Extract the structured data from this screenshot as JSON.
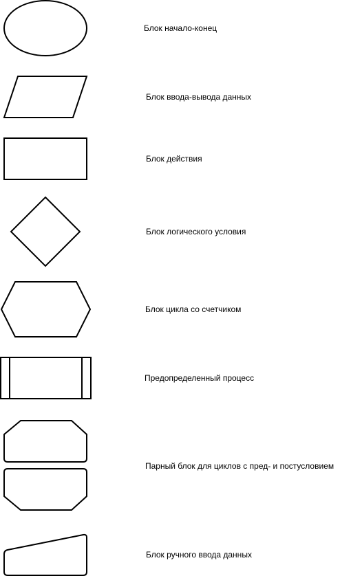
{
  "legend": {
    "items": [
      {
        "id": "start-end",
        "shape": "ellipse",
        "label": "Блок начало-конец"
      },
      {
        "id": "io",
        "shape": "parallelogram",
        "label": "Блок ввода-вывода данных"
      },
      {
        "id": "action",
        "shape": "rectangle",
        "label": "Блок действия"
      },
      {
        "id": "condition",
        "shape": "diamond",
        "label": "Блок логического условия"
      },
      {
        "id": "counter-loop",
        "shape": "hexagon",
        "label": "Блок цикла со счетчиком"
      },
      {
        "id": "predefined",
        "shape": "double-sided-rectangle",
        "label": "Предопределенный процесс"
      },
      {
        "id": "paired-loop",
        "shape": "loop-limit-pair",
        "label": "Парный блок для циклов с пред- и постусловием"
      },
      {
        "id": "manual-input",
        "shape": "manual-input",
        "label": "Блок ручного ввода данных"
      }
    ]
  },
  "colors": {
    "stroke": "#000000",
    "fill": "#ffffff",
    "text": "#000000"
  }
}
